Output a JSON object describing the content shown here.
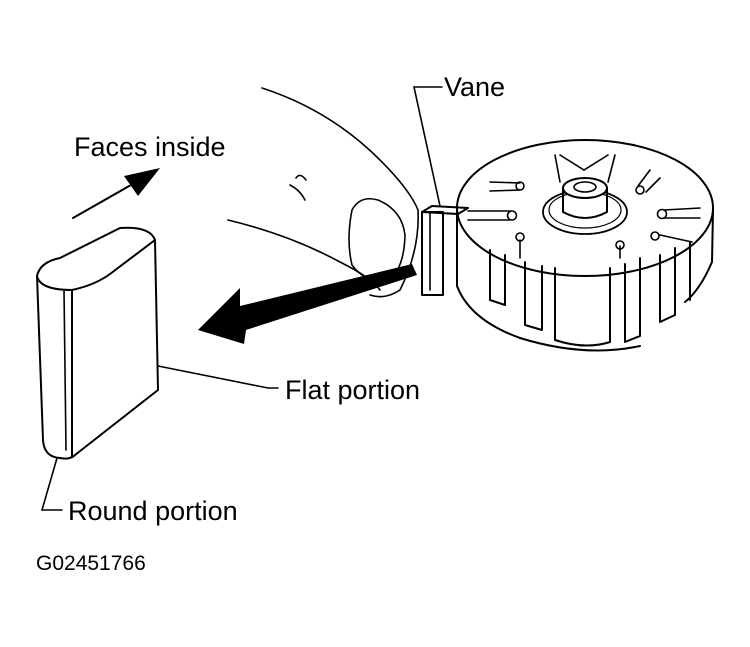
{
  "labels": {
    "vane": "Vane",
    "faces_inside": "Faces inside",
    "flat_portion": "Flat portion",
    "round_portion": "Round portion",
    "figure_code": "G02451766"
  }
}
